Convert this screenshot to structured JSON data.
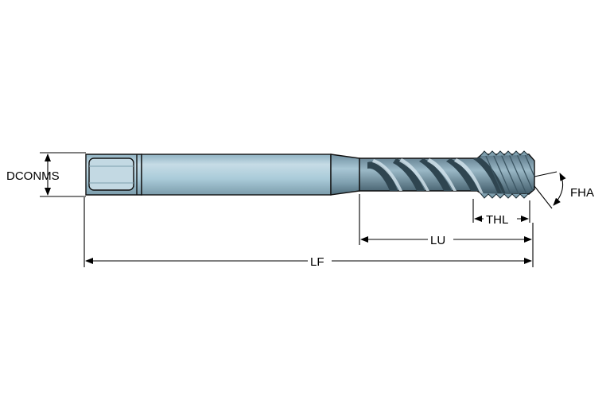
{
  "labels": {
    "dcon_ms": "DCONMS",
    "fha": "FHA",
    "thl": "THL",
    "lu": "LU",
    "lf": "LF"
  },
  "colors": {
    "shank_fill": "#aacbd9",
    "shank_light": "#c7dde7",
    "tool_dark": "#5e7e8e",
    "flute_dark": "#2f4550",
    "outline": "#111111"
  }
}
